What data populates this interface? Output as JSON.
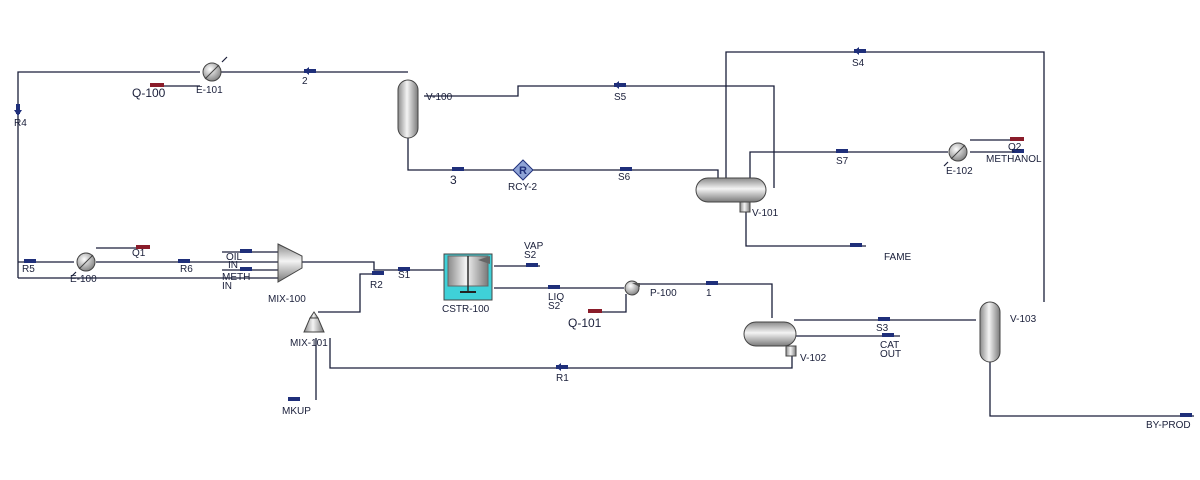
{
  "equipment": {
    "e101": "E-101",
    "e100": "E-100",
    "e102": "E-102",
    "v100": "V-100",
    "v101": "V-101",
    "v102": "V-102",
    "v103": "V-103",
    "rcy2": "RCY-2",
    "mix100": "MIX-100",
    "mix101": "MIX-101",
    "cstr100": "CSTR-100",
    "p100": "P-100",
    "rcy_glyph": "R"
  },
  "streams": {
    "r4": "R4",
    "r5": "R5",
    "r6": "R6",
    "r2": "R2",
    "r1": "R1",
    "s1": "S1",
    "s3": "S3",
    "s4": "S4",
    "s5": "S5",
    "s6": "S6",
    "s7": "S7",
    "q100": "Q-100",
    "q101": "Q-101",
    "q1": "Q1",
    "q2": "Q2",
    "two": "2",
    "three": "3",
    "one": "1",
    "oil": "OIL",
    "oil_in": "IN",
    "meth": "METH",
    "meth_in": "IN",
    "vap": "VAP",
    "vap_s2": "S2",
    "liq": "LIQ",
    "liq_s2": "S2",
    "cat": "CAT",
    "cat_out": "OUT",
    "methanol": "METHANOL",
    "fame": "FAME",
    "byprod": "BY-PROD",
    "mkup": "MKUP"
  }
}
